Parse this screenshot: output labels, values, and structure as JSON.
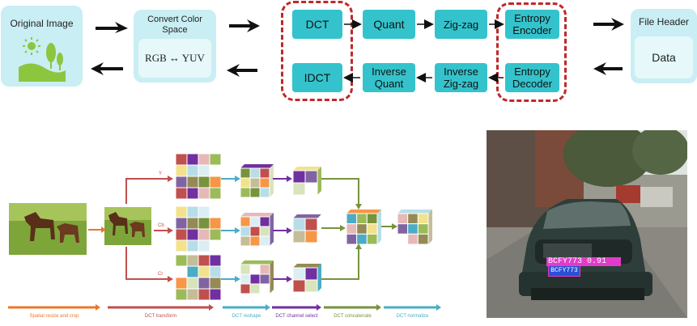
{
  "pipeline": {
    "original_image": "Original Image",
    "convert_color_title": "Convert Color Space",
    "convert_color_formula": "RGB ↔ YUV",
    "dct": "DCT",
    "quant": "Quant",
    "zigzag": "Zig-zag",
    "entropy_encoder": "Entropy Encoder",
    "idct": "IDCT",
    "inverse_quant": "Inverse Quant",
    "inverse_zigzag": "Inverse Zig-zag",
    "entropy_decoder": "Entropy Decoder",
    "file_header": "File Header",
    "data": "Data"
  },
  "dct_flow": {
    "channel_y": "Y",
    "channel_cb": "Cb",
    "channel_cr": "Cr",
    "stages": [
      {
        "label": "Spatial resize and crop",
        "color": "#e8782c"
      },
      {
        "label": "DCT transform",
        "color": "#c0504d"
      },
      {
        "label": "DCT reshape",
        "color": "#4bacc6"
      },
      {
        "label": "DCT channel select",
        "color": "#7030a0"
      },
      {
        "label": "DCT concatenate",
        "color": "#77933c"
      },
      {
        "label": "DCT normalize",
        "color": "#4bacc6"
      }
    ]
  },
  "car_photo": {
    "plate_detection_label": "BCFY773 0.91",
    "plate_text": "BCFY773"
  }
}
